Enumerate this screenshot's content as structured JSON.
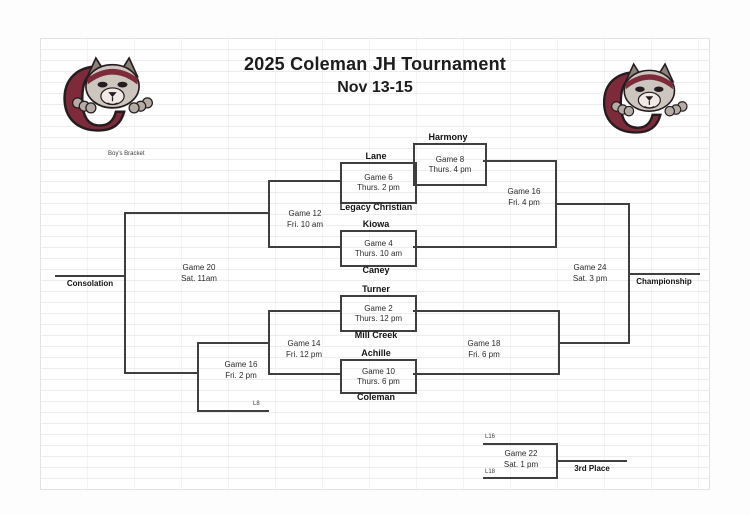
{
  "title": {
    "line1": "2025 Coleman JH Tournament",
    "line2": "Nov 13-15"
  },
  "bracket_label": "Boy's Bracket",
  "teams": {
    "harmony": "Harmony",
    "lane": "Lane",
    "legacy_christian": "Legacy Christian",
    "kiowa": "Kiowa",
    "caney": "Caney",
    "turner": "Turner",
    "mill_creek": "Mill Creek",
    "achille": "Achille",
    "coleman": "Coleman"
  },
  "games": {
    "g2": {
      "name": "Game 2",
      "time": "Thurs. 12 pm"
    },
    "g4": {
      "name": "Game 4",
      "time": "Thurs. 10 am"
    },
    "g6": {
      "name": "Game 6",
      "time": "Thurs. 2 pm"
    },
    "g8": {
      "name": "Game 8",
      "time": "Thurs. 4 pm"
    },
    "g10": {
      "name": "Game 10",
      "time": "Thurs. 6 pm"
    },
    "g12": {
      "name": "Game 12",
      "time": "Fri. 10 am"
    },
    "g14": {
      "name": "Game 14",
      "time": "Fri. 12 pm"
    },
    "g16_consolation": {
      "name": "Game 16",
      "time": "Fri. 2 pm"
    },
    "g16_semifinal": {
      "name": "Game 16",
      "time": "Fri. 4 pm"
    },
    "g18": {
      "name": "Game 18",
      "time": "Fri. 6 pm"
    },
    "g20": {
      "name": "Game 20",
      "time": "Sat. 11am"
    },
    "g22": {
      "name": "Game 22",
      "time": "Sat. 1 pm"
    },
    "g24": {
      "name": "Game 24",
      "time": "Sat. 3 pm"
    }
  },
  "labels": {
    "consolation": "Consolation",
    "championship": "Championship",
    "third_place": "3rd Place",
    "l8": "L8",
    "l16": "L16",
    "l18": "L18"
  },
  "colors": {
    "logo_maroon": "#7d2b3a",
    "line_dark": "#3f3f3f"
  }
}
